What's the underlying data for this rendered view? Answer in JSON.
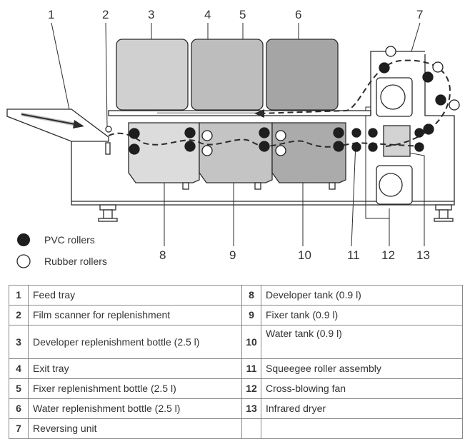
{
  "callouts": [
    "1",
    "2",
    "3",
    "4",
    "5",
    "6",
    "7",
    "8",
    "9",
    "10",
    "11",
    "12",
    "13"
  ],
  "legend": {
    "pvc": "PVC rollers",
    "rubber": "Rubber rollers"
  },
  "colors": {
    "bottle_light": "#d0d0d0",
    "bottle_mid": "#bdbdbd",
    "bottle_dark": "#a5a5a5",
    "tank_developer": "#dcdcdc",
    "tank_fixer": "#c4c4c4",
    "tank_water": "#ababab",
    "line": "#2b2b2b",
    "roller_pvc": "#1e1e1e"
  },
  "table": {
    "left": [
      {
        "num": "1",
        "label": "Feed tray"
      },
      {
        "num": "2",
        "label": "Film scanner for replenishment"
      },
      {
        "num": "3",
        "label": "Developer replenishment bottle (2.5 l)"
      },
      {
        "num": "4",
        "label": "Exit tray"
      },
      {
        "num": "5",
        "label": "Fixer replenishment bottle (2.5 l)"
      },
      {
        "num": "6",
        "label": "Water replenishment bottle (2.5 l)"
      },
      {
        "num": "7",
        "label": "Reversing unit"
      }
    ],
    "right": [
      {
        "num": "8",
        "label": "Developer tank (0.9 l)"
      },
      {
        "num": "9",
        "label": "Fixer tank (0.9 l)"
      },
      {
        "num": "10",
        "label": "Water tank (0.9 l)"
      },
      {
        "num": "11",
        "label": "Squeegee roller assembly"
      },
      {
        "num": "12",
        "label": "Cross-blowing fan"
      },
      {
        "num": "13",
        "label": "Infrared dryer"
      },
      {
        "num": "",
        "label": ""
      }
    ]
  }
}
